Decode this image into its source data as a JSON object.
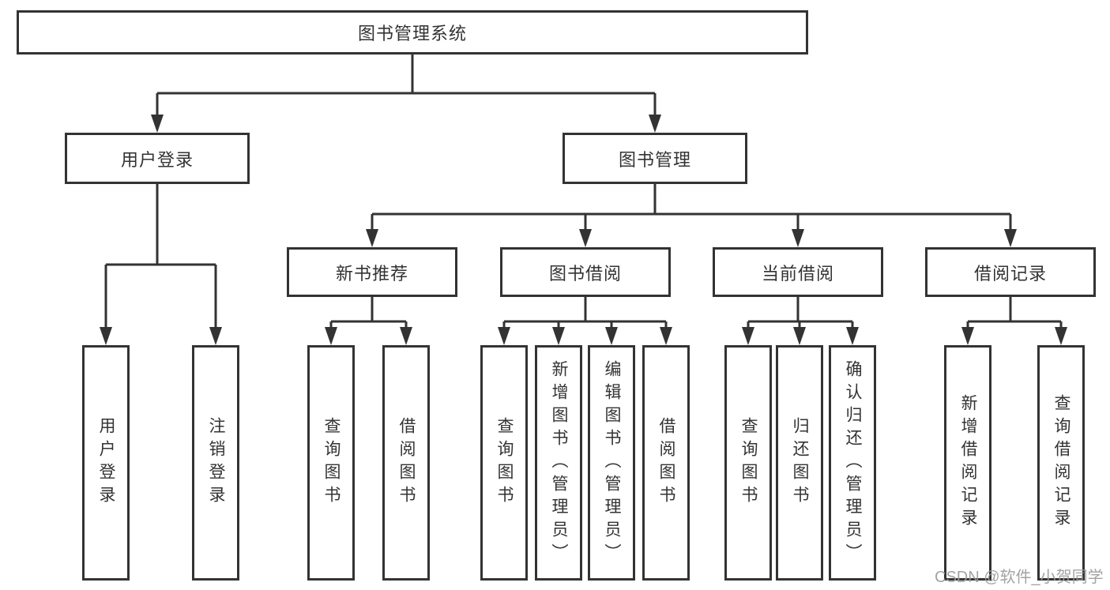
{
  "diagram": {
    "watermark": "CSDN @软件_小贺同学",
    "colors": {
      "line": "#333333",
      "text": "#333333",
      "box_background": "#ffffff",
      "page_background": "#ffffff",
      "watermark": "#9c9c9c"
    },
    "tree": {
      "root": {
        "label": "图书管理系统",
        "children": [
          {
            "label": "用户登录",
            "children": [
              {
                "label": "用户登录"
              },
              {
                "label": "注销登录"
              }
            ]
          },
          {
            "label": "图书管理",
            "children": [
              {
                "label": "新书推荐",
                "children": [
                  {
                    "label": "查询图书"
                  },
                  {
                    "label": "借阅图书"
                  }
                ]
              },
              {
                "label": "图书借阅",
                "children": [
                  {
                    "label": "查询图书"
                  },
                  {
                    "label": "新增图书（管理员）"
                  },
                  {
                    "label": "编辑图书（管理员）"
                  },
                  {
                    "label": "借阅图书"
                  }
                ]
              },
              {
                "label": "当前借阅",
                "children": [
                  {
                    "label": "查询图书"
                  },
                  {
                    "label": "归还图书"
                  },
                  {
                    "label": "确认归还（管理员）"
                  }
                ]
              },
              {
                "label": "借阅记录",
                "children": [
                  {
                    "label": "新增借阅记录"
                  },
                  {
                    "label": "查询借阅记录"
                  }
                ]
              }
            ]
          }
        ]
      }
    }
  }
}
